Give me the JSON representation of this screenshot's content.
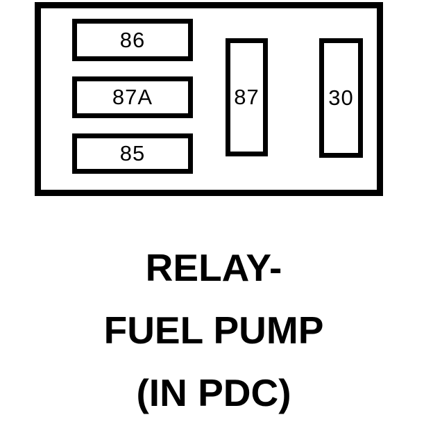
{
  "diagram": {
    "type": "relay-pinout",
    "background_color": "#ffffff",
    "line_color": "#000000",
    "pins": {
      "p86": {
        "label": "86"
      },
      "p87a": {
        "label": "87A"
      },
      "p85": {
        "label": "85"
      },
      "p87": {
        "label": "87"
      },
      "p30": {
        "label": "30"
      }
    },
    "caption": {
      "line1": "RELAY-",
      "line2": "FUEL PUMP",
      "line3": "(IN PDC)"
    }
  }
}
